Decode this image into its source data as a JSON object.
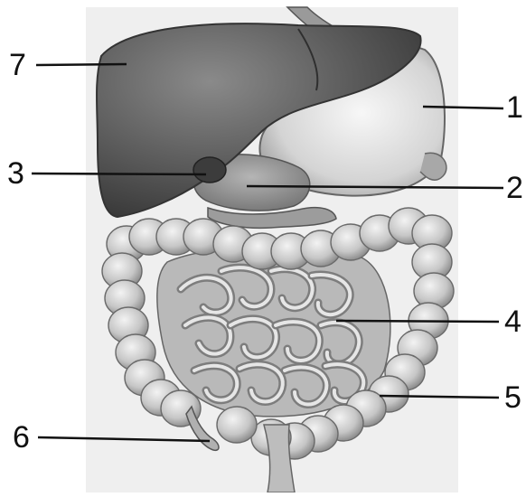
{
  "labels": {
    "l1": "1",
    "l2": "2",
    "l3": "3",
    "l4": "4",
    "l5": "5",
    "l6": "6",
    "l7": "7"
  },
  "colors": {
    "panel": "#f2f2f2",
    "liver": "#555555",
    "stomach": "#dcdcdc",
    "intestine": "#c9c9c9",
    "leader": "#111111"
  }
}
